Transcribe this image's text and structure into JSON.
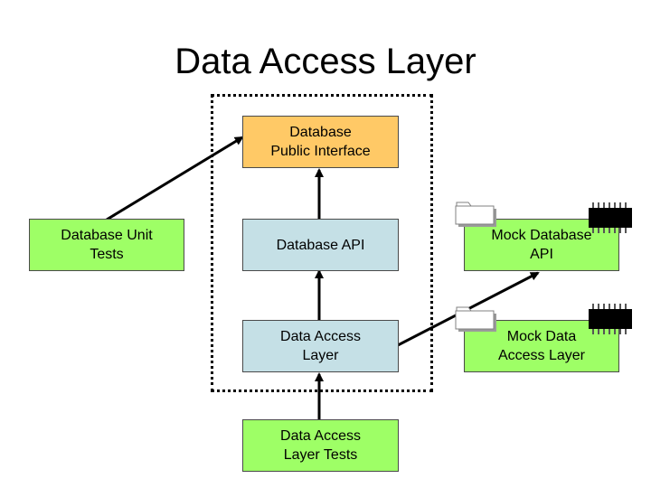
{
  "title": "Data Access Layer",
  "boxes": {
    "public_interface": "Database\nPublic Interface",
    "database_api": "Database API",
    "data_access_layer": "Data Access\nLayer",
    "dal_tests": "Data Access\nLayer Tests",
    "db_unit_tests": "Database Unit\nTests",
    "mock_db_api": "Mock Database\nAPI",
    "mock_dal": "Mock Data\nAccess Layer"
  },
  "colors": {
    "interface": "#ffc966",
    "component": "#c5e0e6",
    "test": "#9eff66"
  },
  "icons": [
    "folder-icon",
    "folder-icon",
    "microchip-icon",
    "microchip-icon"
  ]
}
